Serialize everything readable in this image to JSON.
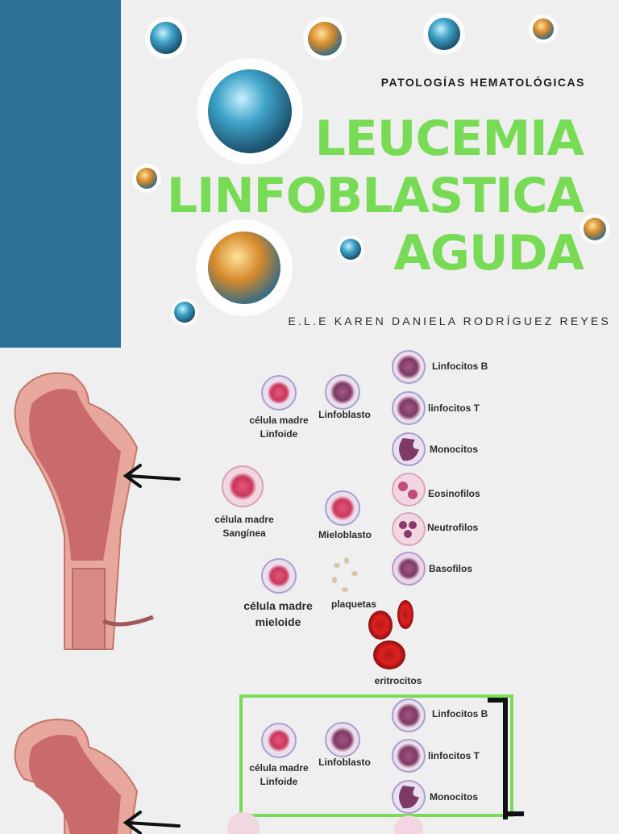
{
  "header": {
    "subtitle": "PATOLOGÍAS HEMATOLÓGICAS",
    "title_line1": "LEUCEMIA",
    "title_line2": "LINFOBLASTICA",
    "title_line3": "AGUDA",
    "author": "E.L.E KAREN DANIELA RODRÍGUEZ REYES"
  },
  "diagram": {
    "cells": {
      "lymphoid_stem": "célula madre Linfoide",
      "lymphoblast": "Linfoblasto",
      "blood_stem": "célula madre Sangínea",
      "myeloblast": "Mieloblasto",
      "myeloid_stem": "célula madre mieloide",
      "platelets": "plaquetas",
      "erythrocytes": "eritrocitos",
      "b_lymph": "Linfocitos B",
      "t_lymph": "linfocitos T",
      "monocytes": "Monocitos",
      "eosinophils": "Eosinofilos",
      "neutrophils": "Neutrofilos",
      "basophils": "Basofilos"
    }
  },
  "diagram2": {
    "lymphoid_stem": "célula madre Linfoide",
    "lymphoblast": "Linfoblasto",
    "b_lymph": "Linfocitos B",
    "t_lymph": "linfocitos T",
    "monocytes": "Monocitos"
  },
  "colors": {
    "sidebar": "#2e7196",
    "accent": "#78db55"
  }
}
